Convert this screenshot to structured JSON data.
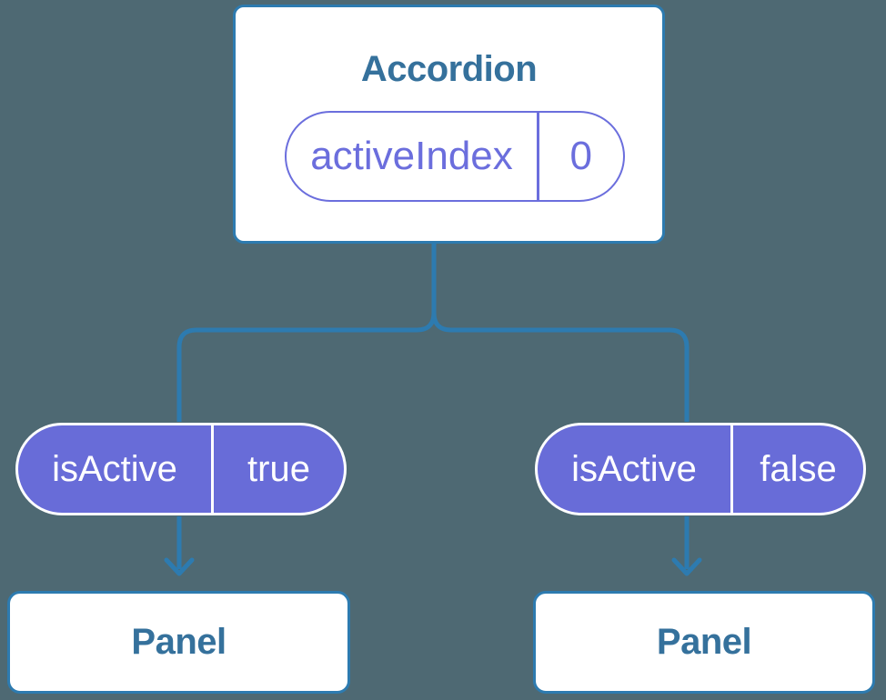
{
  "colors": {
    "background": "#4e6973",
    "line": "#2d7bb0",
    "card-bg": "#ffffff",
    "heading-text": "#35719c",
    "purple": "#686cd8",
    "purple-border": "#6b6edd",
    "pill-text-light": "#ffffff"
  },
  "diagram": {
    "root": {
      "title": "Accordion",
      "state": {
        "name": "activeIndex",
        "value": "0"
      }
    },
    "children": [
      {
        "prop": {
          "name": "isActive",
          "value": "true"
        },
        "target": {
          "title": "Panel"
        }
      },
      {
        "prop": {
          "name": "isActive",
          "value": "false"
        },
        "target": {
          "title": "Panel"
        }
      }
    ]
  }
}
